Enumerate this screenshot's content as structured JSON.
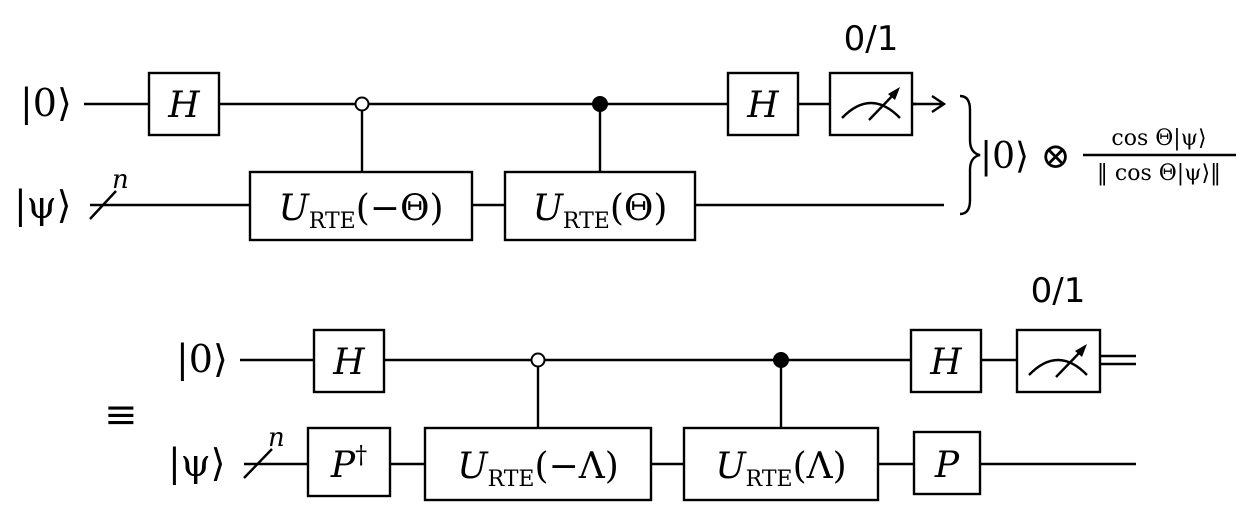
{
  "top_circuit": {
    "ket_zero": "|0⟩",
    "ket_psi": "|ψ⟩",
    "n_label": "n",
    "h_gate_1": "H",
    "h_gate_2": "H",
    "u_neg": {
      "base": "U",
      "sub": "RTE",
      "arg": "(−Θ)"
    },
    "u_pos": {
      "base": "U",
      "sub": "RTE",
      "arg": "(Θ)"
    },
    "measure_result": "0/1",
    "output_state": "|0⟩ ⊗",
    "fraction_num": "cos Θ|ψ⟩",
    "fraction_den": "‖ cos Θ|ψ⟩‖"
  },
  "equiv_symbol": "≡",
  "bottom_circuit": {
    "ket_zero": "|0⟩",
    "ket_psi": "|ψ⟩",
    "n_label": "n",
    "h_gate_1": "H",
    "h_gate_2": "H",
    "p_dagger": {
      "base": "P",
      "sup": "†"
    },
    "u_neg": {
      "base": "U",
      "sub": "RTE",
      "arg": "(−Λ)"
    },
    "u_pos": {
      "base": "U",
      "sub": "RTE",
      "arg": "(Λ)"
    },
    "p_gate": "P",
    "measure_result": "0/1"
  }
}
